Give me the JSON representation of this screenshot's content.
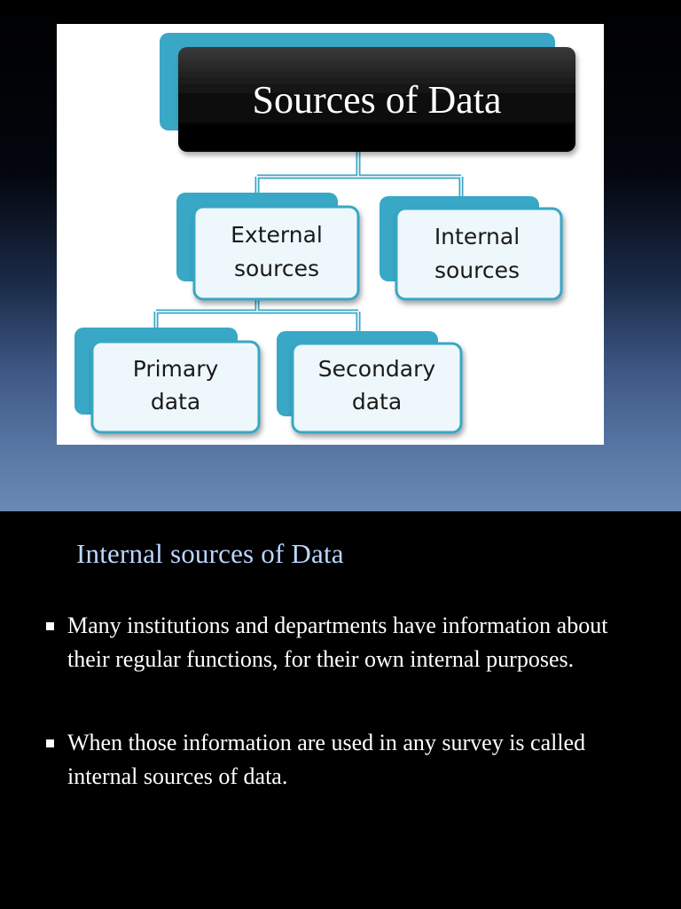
{
  "slide1": {
    "diagram": {
      "root": "Sources of Data",
      "external": [
        "External",
        "sources"
      ],
      "internal": [
        "Internal",
        "sources"
      ],
      "primary": [
        "Primary",
        "data"
      ],
      "secondary": [
        "Secondary",
        "data"
      ]
    }
  },
  "slide2": {
    "title": "Internal sources of Data",
    "bullets": [
      "Many institutions and departments have information about their regular functions, for their own internal purposes.",
      "When those information are used in any survey is called internal sources of data."
    ]
  },
  "colors": {
    "box_border": "#39a7c6",
    "box_fill": "#eef7fb",
    "title2": "#bcd6ff",
    "accent_pink": "#e0257a",
    "accent_yellow": "#f2b81a"
  }
}
